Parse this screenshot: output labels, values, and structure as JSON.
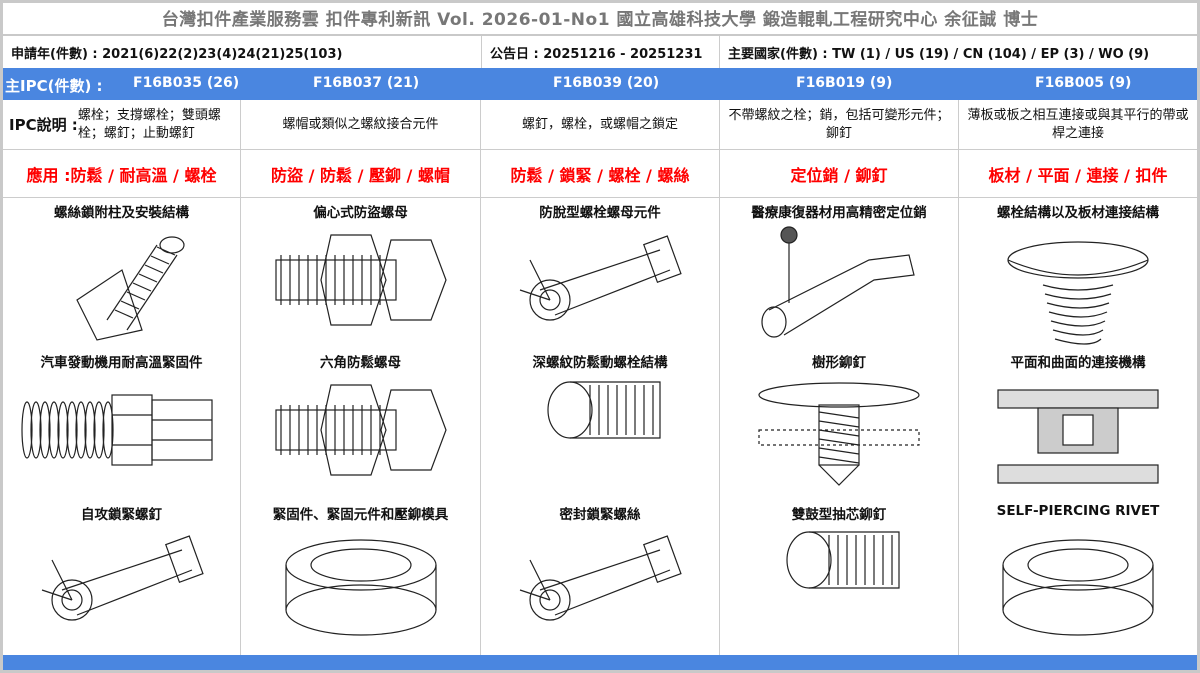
{
  "title": "台灣扣件產業服務雲  扣件專利新訊  Vol. 2026-01-No1  國立高雄科技大學  鍛造輥軋工程研究中心   余征誠 博士",
  "info": {
    "apply_year": "申請年(件數) : 2021(6)22(2)23(4)24(21)25(103)",
    "publish_date": "公告日 : 20251216 - 20251231",
    "countries": "主要國家(件數) : TW (1) / US (19) / CN (104) / EP (3) / WO (9)"
  },
  "ipc_label": "主IPC(件數) :",
  "ipc_desc_label": "IPC說明 :",
  "app_label": "應用 :",
  "columns": [
    {
      "ipc": "F16B035 (26)",
      "desc": "螺栓；支撐螺栓；雙頭螺栓；螺釘；止動螺釘",
      "app": "防鬆 / 耐高溫 / 螺栓",
      "figs": [
        "螺絲鎖附柱及安裝結構",
        "汽車發動機用耐高溫緊固件",
        "自攻鎖緊螺釘"
      ]
    },
    {
      "ipc": "F16B037 (21)",
      "desc": "螺帽或類似之螺紋接合元件",
      "app": "防盜 / 防鬆 / 壓鉚 / 螺帽",
      "figs": [
        "偏心式防盜螺母",
        "六角防鬆螺母",
        "緊固件、緊固元件和壓鉚模具"
      ]
    },
    {
      "ipc": "F16B039 (20)",
      "desc": "螺釘，螺栓，或螺帽之鎖定",
      "app": "防鬆 / 鎖緊 / 螺栓 / 螺絲",
      "figs": [
        "防脫型螺栓螺母元件",
        "深螺紋防鬆動螺栓結構",
        "密封鎖緊螺絲"
      ]
    },
    {
      "ipc": "F16B019 (9)",
      "desc": "不帶螺紋之栓；銷，包括可變形元件；鉚釘",
      "app": "定位銷 / 鉚釘",
      "figs": [
        "醫療康復器材用高精密定位銷",
        "樹形鉚釘",
        "雙鼓型抽芯鉚釘"
      ]
    },
    {
      "ipc": "F16B005 (9)",
      "desc": "薄板或板之相互連接或與其平行的帶或桿之連接",
      "app": "板材 / 平面 / 連接 / 扣件",
      "figs": [
        "螺栓結構以及板材連接結構",
        "平面和曲面的連接機構",
        "SELF-PIERCING RIVET"
      ]
    }
  ]
}
